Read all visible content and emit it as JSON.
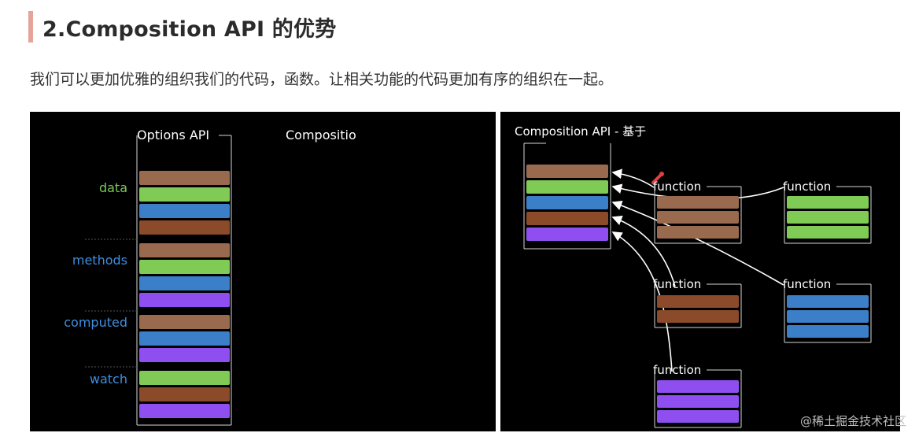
{
  "article": {
    "heading": "2.Composition API 的优势",
    "intro": "我们可以更加优雅的组织我们的代码，函数。让相关功能的代码更加有序的组织在一起。"
  },
  "left_diagram": {
    "options_title": "Options API",
    "composition_title": "Compositio",
    "groups": [
      {
        "label": "data",
        "label_color": "#7bc85a",
        "blocks": [
          "brown-light",
          "green",
          "blue",
          "brown-dark"
        ]
      },
      {
        "label": "methods",
        "label_color": "#3d8fe0",
        "blocks": [
          "brown-light",
          "green",
          "blue",
          "purple"
        ]
      },
      {
        "label": "computed",
        "label_color": "#3d8fe0",
        "blocks": [
          "brown-light",
          "blue",
          "purple"
        ]
      },
      {
        "label": "watch",
        "label_color": "#3d8fe0",
        "blocks": [
          "green",
          "brown-dark",
          "purple"
        ]
      }
    ]
  },
  "right_diagram": {
    "title": "Composition API - 基于",
    "stack_blocks": [
      "brown-light",
      "green",
      "blue",
      "brown-dark",
      "purple"
    ],
    "functions": [
      {
        "label": "function",
        "color": "brown-light",
        "count": 3
      },
      {
        "label": "function",
        "color": "green",
        "count": 3
      },
      {
        "label": "function",
        "color": "brown-dark",
        "count": 2
      },
      {
        "label": "function",
        "color": "blue",
        "count": 3
      },
      {
        "label": "function",
        "color": "purple",
        "count": 3
      }
    ]
  },
  "colors": {
    "brown-light": "#9a6a4e",
    "brown-dark": "#8b4a2a",
    "green": "#7fcb55",
    "blue": "#3a7fc8",
    "purple": "#8f4ff0",
    "panel_bg": "#000000",
    "line": "#d6d6d6"
  },
  "watermark": "@稀土掘金技术社区"
}
